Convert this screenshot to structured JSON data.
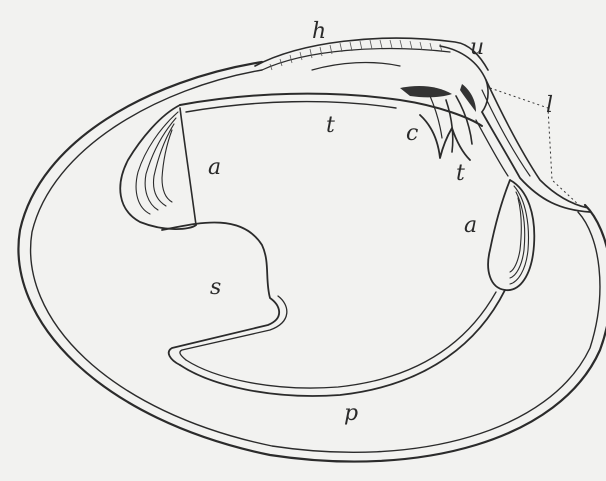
{
  "figure": {
    "labels": {
      "h": "h",
      "u": "u",
      "l": "l",
      "t_top": "t",
      "c": "c",
      "t_mid": "t",
      "a_left": "a",
      "a_right": "a",
      "s": "s",
      "p": "p"
    }
  }
}
